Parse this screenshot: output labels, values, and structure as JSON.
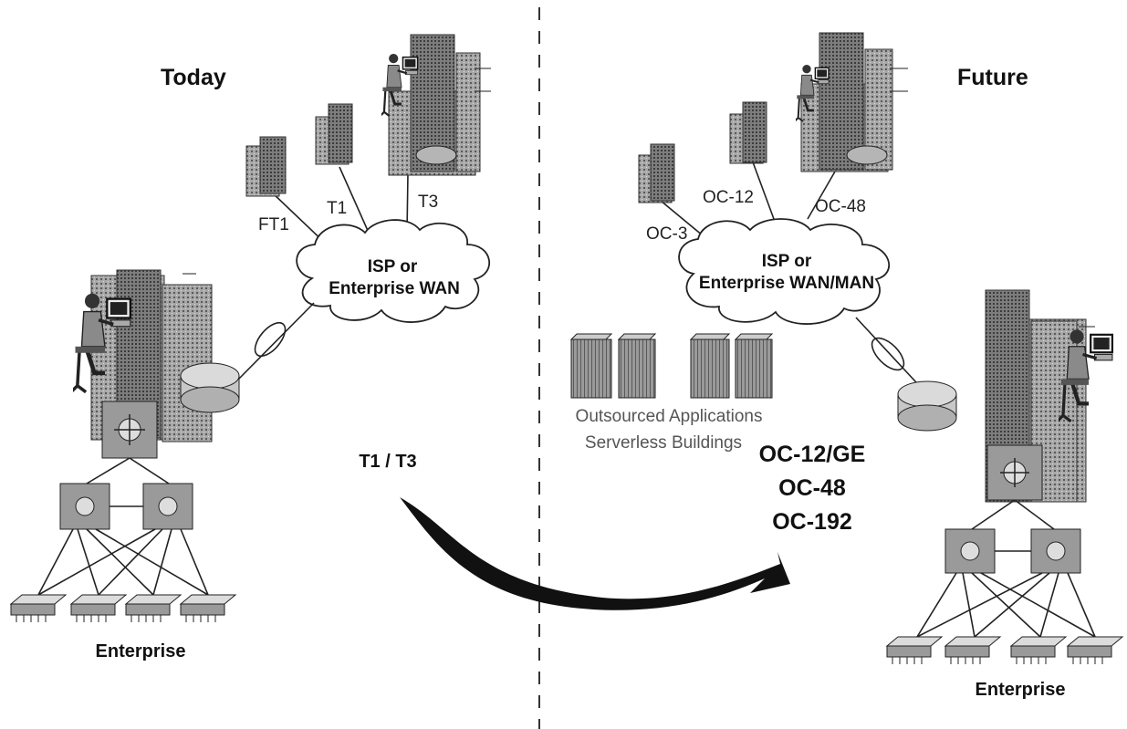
{
  "headings": {
    "left": "Today",
    "right": "Future"
  },
  "today": {
    "links": {
      "ft1": "FT1",
      "t1": "T1",
      "t3": "T3"
    },
    "cloud": {
      "line1": "ISP or",
      "line2": "Enterprise WAN"
    },
    "enterprise": "Enterprise"
  },
  "future": {
    "links": {
      "oc3": "OC-3",
      "oc12": "OC-12",
      "oc48": "OC-48"
    },
    "cloud": {
      "line1": "ISP or",
      "line2": "Enterprise WAN/MAN"
    },
    "outsourced": {
      "line1": "Outsourced Applications",
      "line2": "Serverless Buildings"
    },
    "speeds": [
      "OC-12/GE",
      "OC-48",
      "OC-192"
    ],
    "enterprise": "Enterprise"
  },
  "migration_label": "T1 / T3"
}
